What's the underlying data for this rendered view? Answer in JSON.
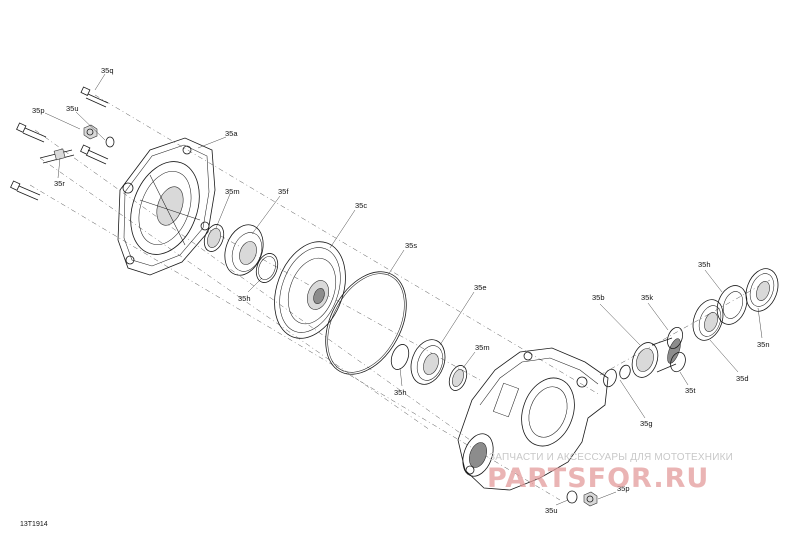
{
  "diagram": {
    "code": "13T1914",
    "labels": {
      "p35q": "35q",
      "p35p_top": "35p",
      "p35u_top": "35u",
      "p35r": "35r",
      "p35a": "35a",
      "p35m_top": "35m",
      "p35f": "35f",
      "p35h_left": "35h",
      "p35c": "35c",
      "p35s": "35s",
      "p35e": "35e",
      "p35m_mid": "35m",
      "p35h_mid": "35h",
      "p35b": "35b",
      "p35k": "35k",
      "p35h_right": "35h",
      "p35n": "35n",
      "p35d": "35d",
      "p35t": "35t",
      "p35g": "35g",
      "p35p_bottom": "35p",
      "p35u_bottom": "35u"
    }
  },
  "watermark": {
    "tagline": "ЗАПЧАСТИ И АКСЕССУАРЫ ДЛЯ МОТОТЕХНИКИ",
    "logo": "PARTSFOR.RU"
  }
}
